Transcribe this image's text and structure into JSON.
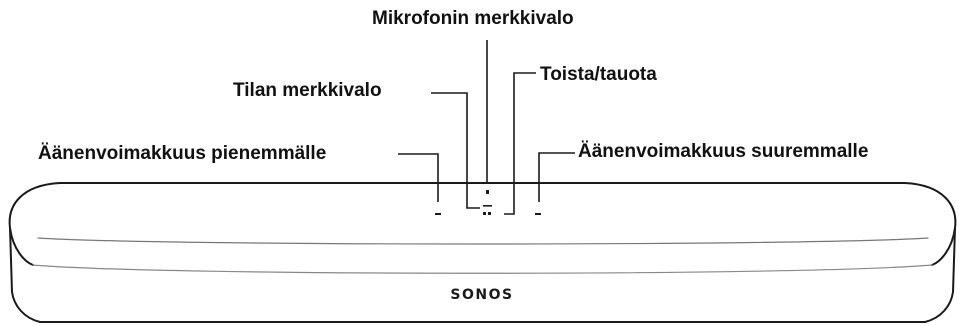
{
  "labels": {
    "mic_indicator": "Mikrofonin merkkivalo",
    "status_light": "Tilan merkkivalo",
    "play_pause": "Toista/tauota",
    "volume_down": "Äänenvoimakkuus pienemmälle",
    "volume_up": "Äänenvoimakkuus suuremmalle"
  },
  "brand": "SONOS",
  "colors": {
    "stroke": "#1a1a1a",
    "text": "#111111",
    "background": "#ffffff"
  }
}
